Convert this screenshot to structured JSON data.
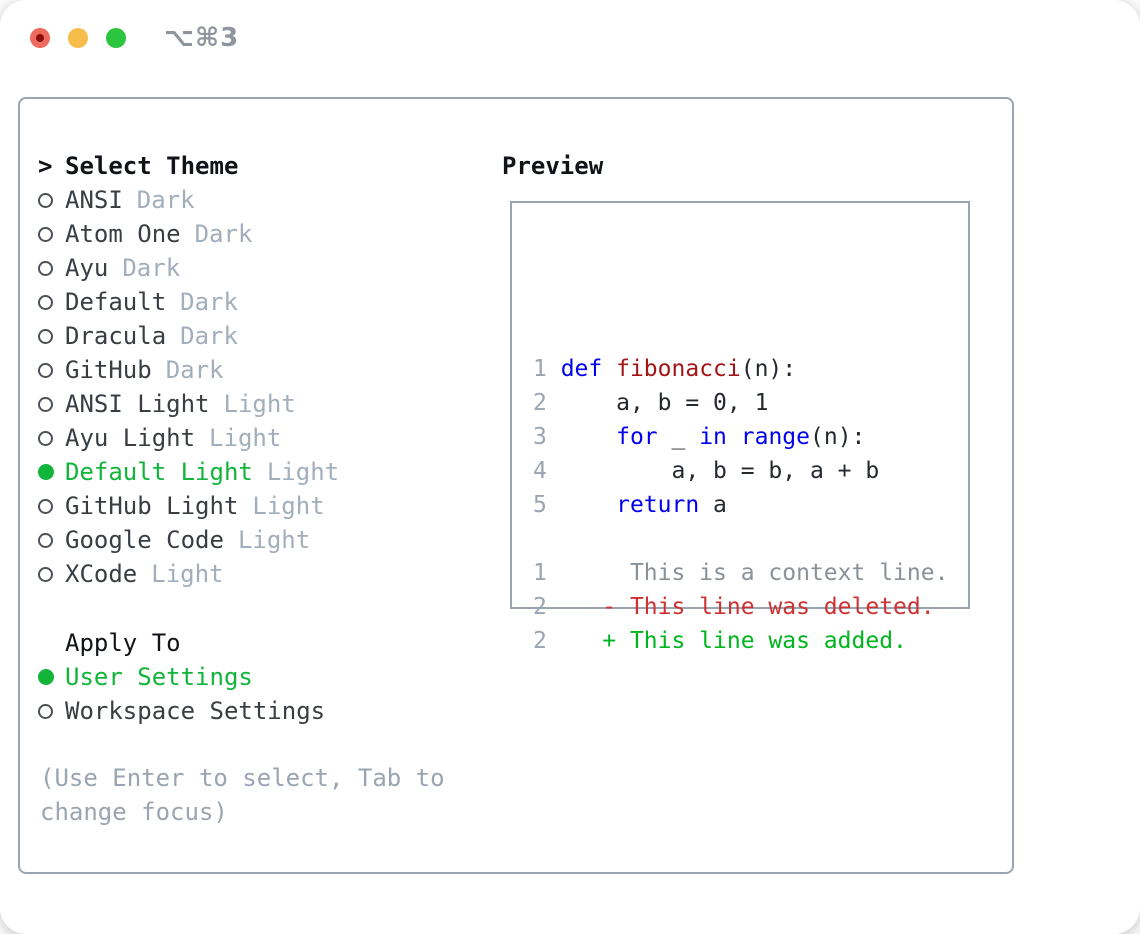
{
  "window": {
    "title": "⌥⌘3"
  },
  "traffic_lights": {
    "close_color": "#ef6a5e",
    "close_dot_color": "#8b100c",
    "minimize_color": "#f6bd4b",
    "zoom_color": "#2dc53f"
  },
  "theme_list": {
    "prompt": ">",
    "header": "Select Theme",
    "items": [
      {
        "label": "ANSI",
        "tag": "Dark",
        "selected": false
      },
      {
        "label": "Atom One",
        "tag": "Dark",
        "selected": false
      },
      {
        "label": "Ayu",
        "tag": "Dark",
        "selected": false
      },
      {
        "label": "Default",
        "tag": "Dark",
        "selected": false
      },
      {
        "label": "Dracula",
        "tag": "Dark",
        "selected": false
      },
      {
        "label": "GitHub",
        "tag": "Dark",
        "selected": false
      },
      {
        "label": "ANSI Light",
        "tag": "Light",
        "selected": false
      },
      {
        "label": "Ayu Light",
        "tag": "Light",
        "selected": false
      },
      {
        "label": "Default Light",
        "tag": "Light",
        "selected": true
      },
      {
        "label": "GitHub Light",
        "tag": "Light",
        "selected": false
      },
      {
        "label": "Google Code",
        "tag": "Light",
        "selected": false
      },
      {
        "label": "XCode",
        "tag": "Light",
        "selected": false
      }
    ]
  },
  "apply_to": {
    "header": "Apply To",
    "options": [
      {
        "label": "User Settings",
        "selected": true
      },
      {
        "label": "Workspace Settings",
        "selected": false
      }
    ]
  },
  "hint": "(Use Enter to select, Tab to change focus)",
  "preview": {
    "header": "Preview",
    "code_lines": [
      [
        {
          "t": "1 ",
          "s": "num"
        },
        {
          "t": "def",
          "s": "kw"
        },
        {
          "t": " ",
          "s": "pl"
        },
        {
          "t": "fibonacci",
          "s": "fn"
        },
        {
          "t": "(n):",
          "s": "pl"
        }
      ],
      [
        {
          "t": "2 ",
          "s": "num"
        },
        {
          "t": "    a, b = 0, 1",
          "s": "pl"
        }
      ],
      [
        {
          "t": "3 ",
          "s": "num"
        },
        {
          "t": "    ",
          "s": "pl"
        },
        {
          "t": "for",
          "s": "kw"
        },
        {
          "t": " _ ",
          "s": "pl"
        },
        {
          "t": "in",
          "s": "kw"
        },
        {
          "t": " ",
          "s": "pl"
        },
        {
          "t": "range",
          "s": "kw"
        },
        {
          "t": "(n):",
          "s": "pl"
        }
      ],
      [
        {
          "t": "4 ",
          "s": "num"
        },
        {
          "t": "        a, b = b, a + b",
          "s": "pl"
        }
      ],
      [
        {
          "t": "5 ",
          "s": "num"
        },
        {
          "t": "    ",
          "s": "pl"
        },
        {
          "t": "return",
          "s": "kw"
        },
        {
          "t": " a",
          "s": "pl"
        }
      ],
      [],
      [
        {
          "t": "1 ",
          "s": "num"
        },
        {
          "t": "     This is a context line.",
          "s": "ctx"
        }
      ],
      [
        {
          "t": "2 ",
          "s": "num"
        },
        {
          "t": "   - This line was deleted.",
          "s": "del"
        }
      ],
      [
        {
          "t": "2 ",
          "s": "num"
        },
        {
          "t": "   + This line was added.",
          "s": "add"
        }
      ]
    ]
  },
  "colors": {
    "kw": "#0000ee",
    "fn": "#a31515",
    "plain": "#24292f",
    "num": "#9aa5b1",
    "ctx": "#8a9199",
    "del": "#cd3131",
    "add": "#00b51e",
    "green": "#12b53a",
    "item": "#383e44",
    "tag": "#a2aebc",
    "border": "#9aa5b1",
    "header": "#101418",
    "hint": "#9aa5b1",
    "titleGray": "#8e959c",
    "lightRed": "#ef6a5e",
    "lightRedDot": "#8b100c",
    "lightYellow": "#f6bd4b",
    "lightGreen": "#2dc53f"
  }
}
